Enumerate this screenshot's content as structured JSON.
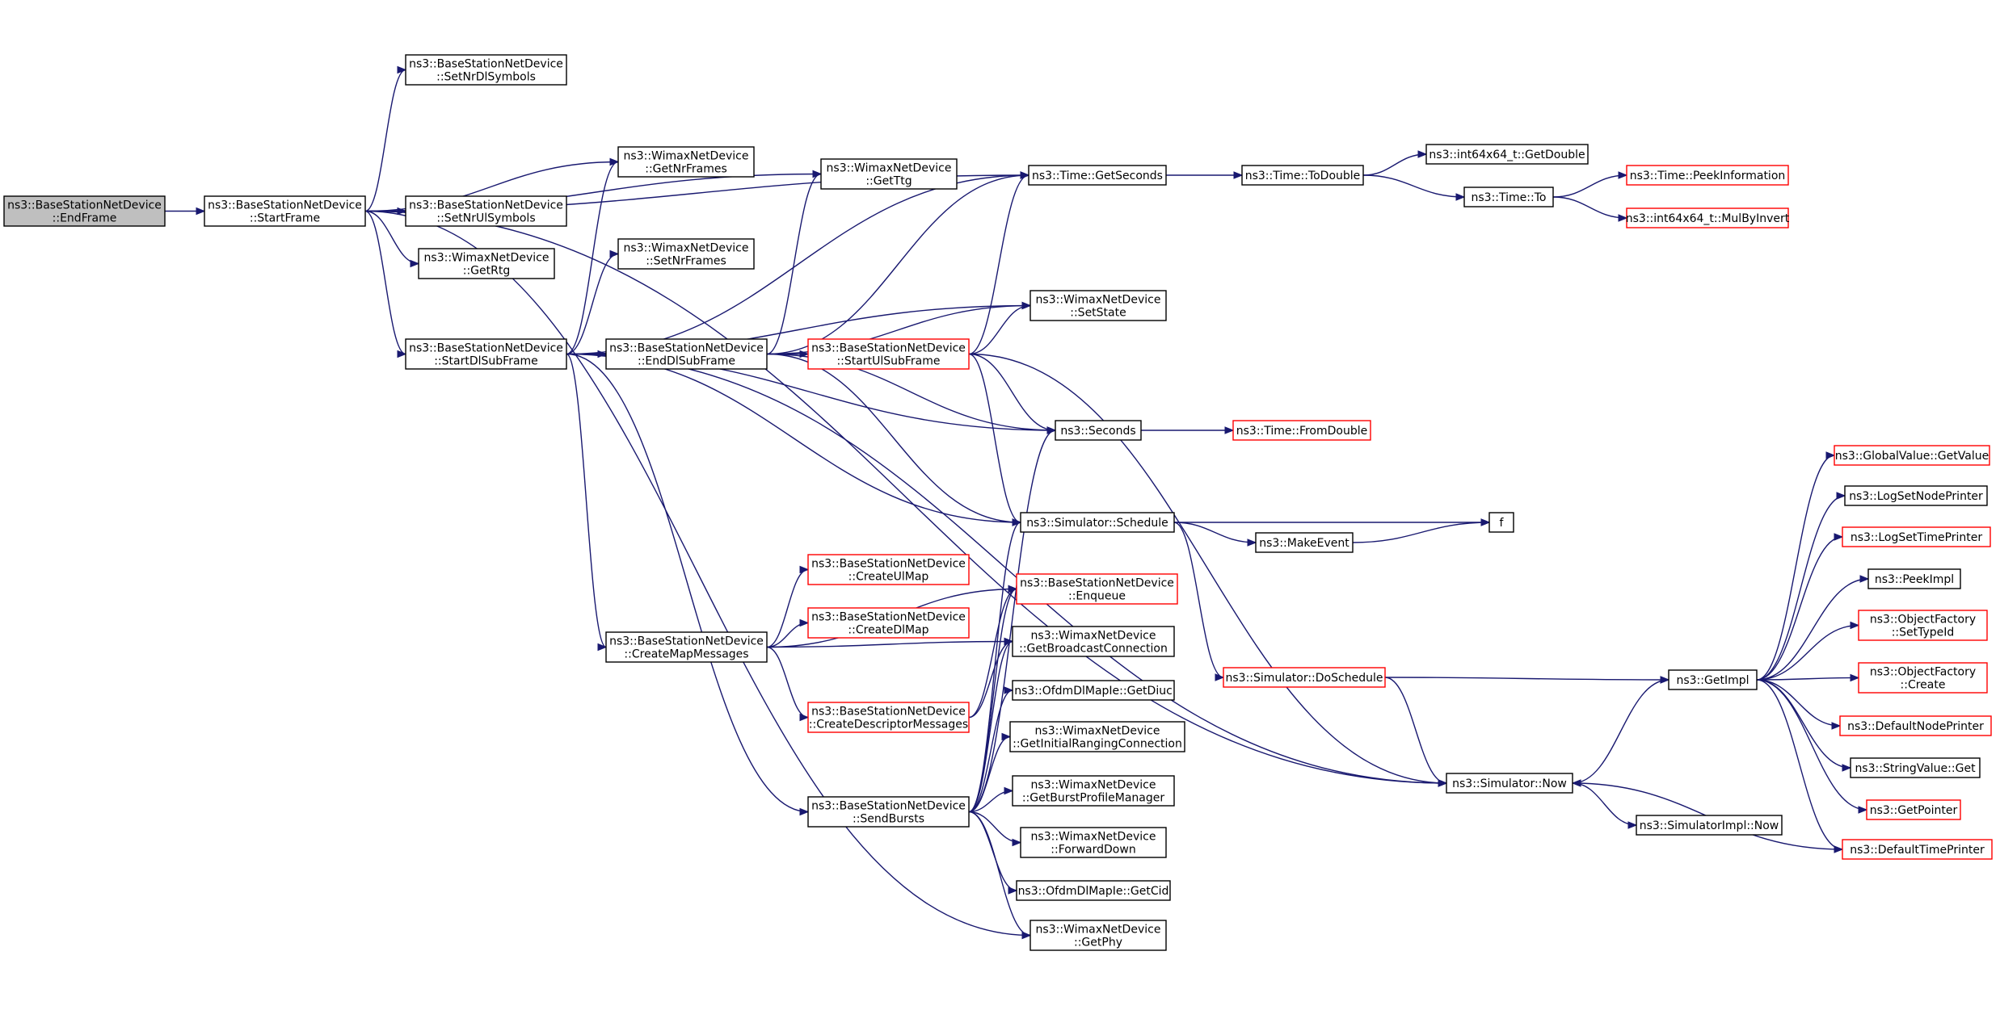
{
  "colors": {
    "edge": "#191970",
    "truncated_border": "#ff0000",
    "normal_border": "#000000",
    "root_fill": "#bfbfbf"
  },
  "nodes": [
    {
      "id": "endframe",
      "lines": [
        "ns3::BaseStationNetDevice",
        "::EndFrame"
      ],
      "root": true
    },
    {
      "id": "startframe",
      "lines": [
        "ns3::BaseStationNetDevice",
        "::StartFrame"
      ]
    },
    {
      "id": "setnrdlsym",
      "lines": [
        "ns3::BaseStationNetDevice",
        "::SetNrDlSymbols"
      ]
    },
    {
      "id": "getnrframes",
      "lines": [
        "ns3::WimaxNetDevice",
        "::GetNrFrames"
      ]
    },
    {
      "id": "setnrulsym",
      "lines": [
        "ns3::BaseStationNetDevice",
        "::SetNrUlSymbols"
      ]
    },
    {
      "id": "getrtg",
      "lines": [
        "ns3::WimaxNetDevice",
        "::GetRtg"
      ]
    },
    {
      "id": "startdl",
      "lines": [
        "ns3::BaseStationNetDevice",
        "::StartDlSubFrame"
      ]
    },
    {
      "id": "getttg",
      "lines": [
        "ns3::WimaxNetDevice",
        "::GetTtg"
      ]
    },
    {
      "id": "setnrframes",
      "lines": [
        "ns3::WimaxNetDevice",
        "::SetNrFrames"
      ]
    },
    {
      "id": "enddl",
      "lines": [
        "ns3::BaseStationNetDevice",
        "::EndDlSubFrame"
      ]
    },
    {
      "id": "createmap",
      "lines": [
        "ns3::BaseStationNetDevice",
        "::CreateMapMessages"
      ]
    },
    {
      "id": "sendbursts",
      "lines": [
        "ns3::BaseStationNetDevice",
        "::SendBursts"
      ]
    },
    {
      "id": "startul",
      "lines": [
        "ns3::BaseStationNetDevice",
        "::StartUlSubFrame"
      ],
      "trunc": true
    },
    {
      "id": "createul",
      "lines": [
        "ns3::BaseStationNetDevice",
        "::CreateUlMap"
      ],
      "trunc": true
    },
    {
      "id": "createdl",
      "lines": [
        "ns3::BaseStationNetDevice",
        "::CreateDlMap"
      ],
      "trunc": true
    },
    {
      "id": "createdesc",
      "lines": [
        "ns3::BaseStationNetDevice",
        "::CreateDescriptorMessages"
      ],
      "trunc": true
    },
    {
      "id": "getseconds",
      "lines": [
        "ns3::Time::GetSeconds"
      ]
    },
    {
      "id": "setstate",
      "lines": [
        "ns3::WimaxNetDevice",
        "::SetState"
      ]
    },
    {
      "id": "seconds",
      "lines": [
        "ns3::Seconds"
      ]
    },
    {
      "id": "schedule",
      "lines": [
        "ns3::Simulator::Schedule"
      ]
    },
    {
      "id": "enqueue",
      "lines": [
        "ns3::BaseStationNetDevice",
        "::Enqueue"
      ],
      "trunc": true
    },
    {
      "id": "getbcast",
      "lines": [
        "ns3::WimaxNetDevice",
        "::GetBroadcastConnection"
      ]
    },
    {
      "id": "getdiuc",
      "lines": [
        "ns3::OfdmDlMapIe::GetDiuc"
      ]
    },
    {
      "id": "getranging",
      "lines": [
        "ns3::WimaxNetDevice",
        "::GetInitialRangingConnection"
      ]
    },
    {
      "id": "getburst",
      "lines": [
        "ns3::WimaxNetDevice",
        "::GetBurstProfileManager"
      ]
    },
    {
      "id": "forwarddown",
      "lines": [
        "ns3::WimaxNetDevice",
        "::ForwardDown"
      ]
    },
    {
      "id": "getcid",
      "lines": [
        "ns3::OfdmDlMapIe::GetCid"
      ]
    },
    {
      "id": "getphy",
      "lines": [
        "ns3::WimaxNetDevice",
        "::GetPhy"
      ]
    },
    {
      "id": "todouble",
      "lines": [
        "ns3::Time::ToDouble"
      ]
    },
    {
      "id": "fromdouble",
      "lines": [
        "ns3::Time::FromDouble"
      ],
      "trunc": true
    },
    {
      "id": "makeevent",
      "lines": [
        "ns3::MakeEvent"
      ]
    },
    {
      "id": "doschedule",
      "lines": [
        "ns3::Simulator::DoSchedule"
      ],
      "trunc": true
    },
    {
      "id": "getdouble",
      "lines": [
        "ns3::int64x64_t::GetDouble"
      ]
    },
    {
      "id": "to",
      "lines": [
        "ns3::Time::To"
      ]
    },
    {
      "id": "f",
      "lines": [
        "f"
      ]
    },
    {
      "id": "now",
      "lines": [
        "ns3::Simulator::Now"
      ]
    },
    {
      "id": "peekinfo",
      "lines": [
        "ns3::Time::PeekInformation"
      ],
      "trunc": true
    },
    {
      "id": "mulbyinvert",
      "lines": [
        "ns3::int64x64_t::MulByInvert"
      ],
      "trunc": true
    },
    {
      "id": "getimpl",
      "lines": [
        "ns3::GetImpl"
      ]
    },
    {
      "id": "simimplnow",
      "lines": [
        "ns3::SimulatorImpl::Now"
      ]
    },
    {
      "id": "gvgetvalue",
      "lines": [
        "ns3::GlobalValue::GetValue"
      ],
      "trunc": true
    },
    {
      "id": "lognode",
      "lines": [
        "ns3::LogSetNodePrinter"
      ]
    },
    {
      "id": "logtime",
      "lines": [
        "ns3::LogSetTimePrinter"
      ],
      "trunc": true
    },
    {
      "id": "peekimpl",
      "lines": [
        "ns3::PeekImpl"
      ]
    },
    {
      "id": "ofsettype",
      "lines": [
        "ns3::ObjectFactory",
        "::SetTypeId"
      ],
      "trunc": true
    },
    {
      "id": "ofcreate",
      "lines": [
        "ns3::ObjectFactory",
        "::Create"
      ],
      "trunc": true
    },
    {
      "id": "defnode",
      "lines": [
        "ns3::DefaultNodePrinter"
      ],
      "trunc": true
    },
    {
      "id": "strget",
      "lines": [
        "ns3::StringValue::Get"
      ]
    },
    {
      "id": "getpointer",
      "lines": [
        "ns3::GetPointer"
      ],
      "trunc": true
    },
    {
      "id": "deftime",
      "lines": [
        "ns3::DefaultTimePrinter"
      ],
      "trunc": true
    }
  ],
  "edges": [
    [
      "endframe",
      "startframe"
    ],
    [
      "startframe",
      "setnrdlsym"
    ],
    [
      "startframe",
      "getnrframes"
    ],
    [
      "startframe",
      "setnrulsym"
    ],
    [
      "startframe",
      "getrtg"
    ],
    [
      "startframe",
      "startdl"
    ],
    [
      "startframe",
      "getttg"
    ],
    [
      "startframe",
      "getseconds"
    ],
    [
      "startframe",
      "getphy"
    ],
    [
      "startframe",
      "now"
    ],
    [
      "startdl",
      "getnrframes"
    ],
    [
      "startdl",
      "setnrframes"
    ],
    [
      "startdl",
      "getseconds"
    ],
    [
      "startdl",
      "enddl"
    ],
    [
      "startdl",
      "setstate"
    ],
    [
      "startdl",
      "seconds"
    ],
    [
      "startdl",
      "schedule"
    ],
    [
      "startdl",
      "createmap"
    ],
    [
      "startdl",
      "sendbursts"
    ],
    [
      "startdl",
      "now"
    ],
    [
      "enddl",
      "getttg"
    ],
    [
      "enddl",
      "getseconds"
    ],
    [
      "enddl",
      "setstate"
    ],
    [
      "enddl",
      "startul"
    ],
    [
      "enddl",
      "seconds"
    ],
    [
      "enddl",
      "schedule"
    ],
    [
      "startul",
      "getseconds"
    ],
    [
      "startul",
      "setstate"
    ],
    [
      "startul",
      "seconds"
    ],
    [
      "startul",
      "schedule"
    ],
    [
      "startul",
      "now"
    ],
    [
      "createmap",
      "createul"
    ],
    [
      "createmap",
      "createdl"
    ],
    [
      "createmap",
      "createdesc"
    ],
    [
      "createmap",
      "enqueue"
    ],
    [
      "createmap",
      "getbcast"
    ],
    [
      "createdesc",
      "enqueue"
    ],
    [
      "createdesc",
      "getbcast"
    ],
    [
      "sendbursts",
      "seconds"
    ],
    [
      "sendbursts",
      "schedule"
    ],
    [
      "sendbursts",
      "enqueue"
    ],
    [
      "sendbursts",
      "getbcast"
    ],
    [
      "sendbursts",
      "getdiuc"
    ],
    [
      "sendbursts",
      "getranging"
    ],
    [
      "sendbursts",
      "getburst"
    ],
    [
      "sendbursts",
      "forwarddown"
    ],
    [
      "sendbursts",
      "getcid"
    ],
    [
      "sendbursts",
      "getphy"
    ],
    [
      "getseconds",
      "todouble"
    ],
    [
      "todouble",
      "getdouble"
    ],
    [
      "todouble",
      "to"
    ],
    [
      "to",
      "peekinfo"
    ],
    [
      "to",
      "mulbyinvert"
    ],
    [
      "seconds",
      "fromdouble"
    ],
    [
      "schedule",
      "f"
    ],
    [
      "schedule",
      "makeevent"
    ],
    [
      "schedule",
      "doschedule"
    ],
    [
      "makeevent",
      "f"
    ],
    [
      "doschedule",
      "getimpl"
    ],
    [
      "doschedule",
      "now"
    ],
    [
      "now",
      "getimpl"
    ],
    [
      "now",
      "simimplnow"
    ],
    [
      "getimpl",
      "gvgetvalue"
    ],
    [
      "getimpl",
      "lognode"
    ],
    [
      "getimpl",
      "logtime"
    ],
    [
      "getimpl",
      "peekimpl"
    ],
    [
      "getimpl",
      "ofsettype"
    ],
    [
      "getimpl",
      "ofcreate"
    ],
    [
      "getimpl",
      "defnode"
    ],
    [
      "getimpl",
      "strget"
    ],
    [
      "getimpl",
      "getpointer"
    ],
    [
      "getimpl",
      "deftime"
    ],
    [
      "deftime",
      "now"
    ]
  ]
}
